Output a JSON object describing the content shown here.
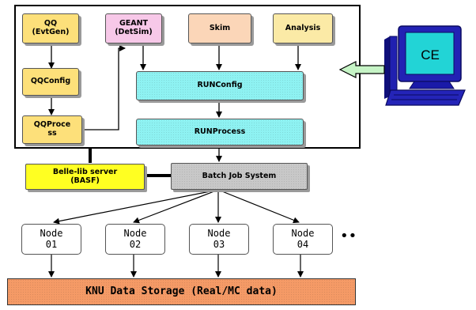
{
  "software": {
    "qq": "QQ\n(EvtGen)",
    "geant": "GEANT\n(DetSim)",
    "skim": "Skim",
    "analysis": "Analysis",
    "qqconfig": "QQConfig",
    "qqprocess": "QQProce\nss",
    "runconfig": "RUNConfig",
    "runprocess": "RUNProcess"
  },
  "servers": {
    "belle_lib": "Belle-lib server\n(BASF)",
    "batch": "Batch Job System"
  },
  "nodes": [
    {
      "label": "Node\n01"
    },
    {
      "label": "Node\n02"
    },
    {
      "label": "Node\n03"
    },
    {
      "label": "Node\n04"
    }
  ],
  "ellipsis": "••",
  "storage": "KNU Data Storage (Real/MC data)",
  "computer_label": "CE",
  "colors": {
    "qq_yellow": "#fde07a",
    "geant_pink": "#f7c8e8",
    "skim_peach": "#fbd6b8",
    "analysis_cream": "#fbeaa6",
    "run_cyan": "#8ef2f2",
    "belle_yellow": "#ffff22",
    "batch_gray": "#c8c8c8",
    "storage_orange": "#f59a66",
    "monitor_cyan": "#22d4d6",
    "monitor_blue": "#1a1aa8"
  }
}
